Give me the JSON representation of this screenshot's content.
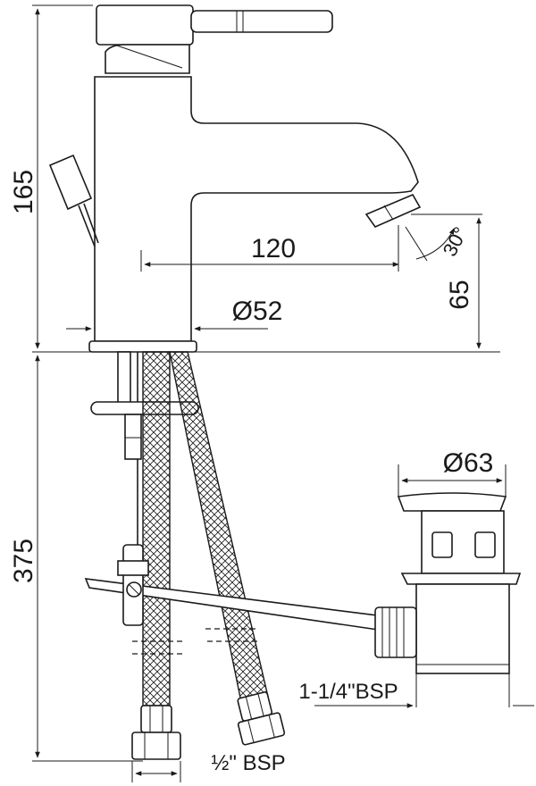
{
  "dimensions": {
    "faucet_height": "165",
    "spout_reach": "120",
    "body_diameter": "Ø52",
    "spout_clearance": "65",
    "spout_angle": "30°",
    "under_basin_length": "375",
    "waste_diameter": "Ø63",
    "waste_thread": "1-1/4\"BSP",
    "hose_connection": "½\" BSP"
  },
  "colors": {
    "line": "#1a1a1a",
    "background": "#ffffff"
  }
}
